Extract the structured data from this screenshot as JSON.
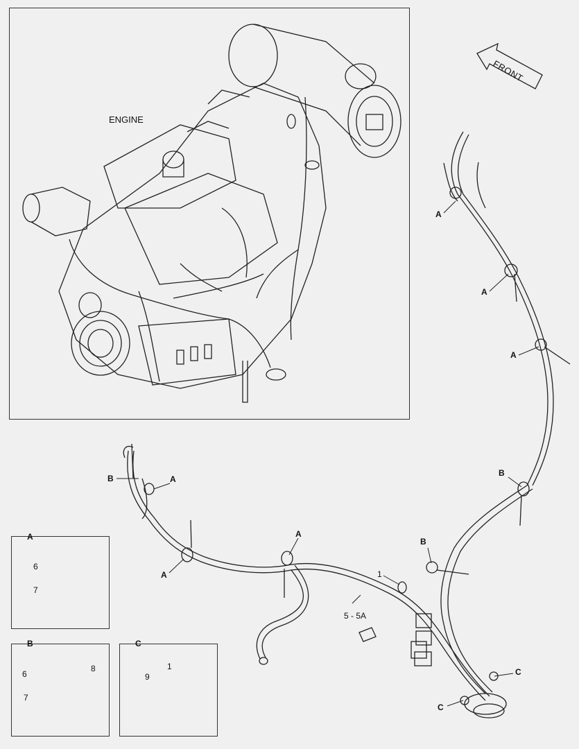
{
  "engine_label": "ENGINE",
  "front_label": "FRONT",
  "callouts": {
    "a": "A",
    "b": "B",
    "c": "C",
    "p1": "1",
    "p5": "5 - 5A",
    "p6": "6",
    "p7": "7",
    "p8": "8",
    "p9": "9"
  },
  "detail_boxes": {
    "a_title": "A",
    "b_title": "B",
    "c_title": "C"
  },
  "colors": {
    "background": "#f0f0f0",
    "line": "#222222"
  }
}
